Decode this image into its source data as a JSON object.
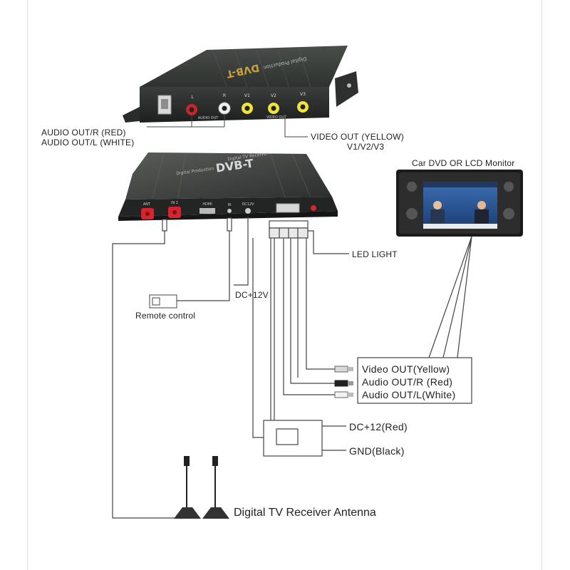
{
  "top_device": {
    "brand": "DVB-T",
    "subtitle": "Digital Production",
    "port_labels": {
      "l": "L",
      "r": "R",
      "v1": "V1",
      "v2": "V2",
      "v3": "V3"
    },
    "group_audio": "AUDIO OUT",
    "group_video": "VIDEO OUT"
  },
  "bottom_device": {
    "brand": "DVB-T",
    "subtitle1": "Digital Production",
    "subtitle2": "Digital TV Receiver",
    "port_labels": {
      "ant": "ANT",
      "ant2": "IN 2",
      "hdmi": "HDMI",
      "ir": "IR",
      "dc": "DC12V"
    }
  },
  "labels": {
    "audio_out_r": "AUDIO OUT/R (RED)",
    "audio_out_l": "AUDIO OUT/L (WHITE)",
    "video_out": "VIDEO OUT (YELLOW)",
    "video_out_ch": "V1/V2/V3",
    "monitor_title": "Car DVD OR LCD Monitor",
    "led_light": "LED LIGHT",
    "dc12v": "DC+12V",
    "remote_control": "Remote control",
    "video_out_yellow": "Video OUT(Yellow)",
    "audio_out_r_red": "Audio OUT/R (Red)",
    "audio_out_l_white": "Audio OUT/L(White)",
    "dc12_red": "DC+12(Red)",
    "gnd_black": "GND(Black)",
    "antenna": "Digital TV Receiver Antenna"
  },
  "colors": {
    "device_body": "#2f3230",
    "rca_red": "#c8242a",
    "rca_white": "#f0f0f0",
    "rca_yellow": "#f1e23c",
    "antenna_connector": "#d8242c",
    "wire": "#444444"
  }
}
